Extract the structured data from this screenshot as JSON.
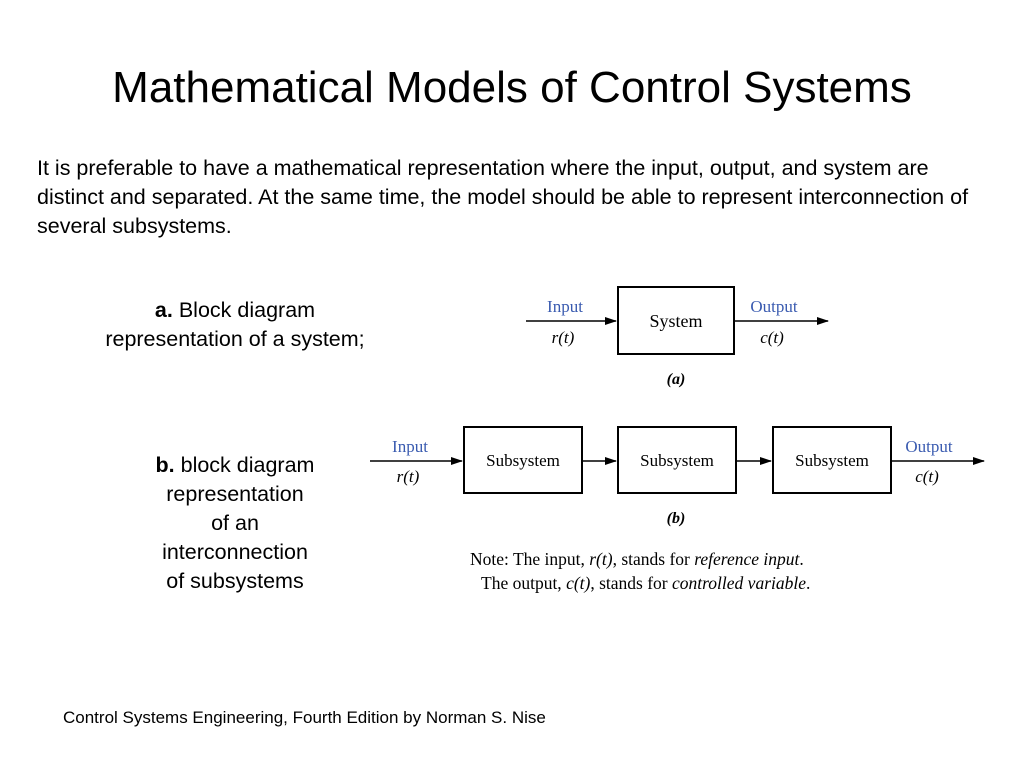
{
  "title": "Mathematical Models of Control Systems",
  "intro": "It is preferable to have a mathematical representation where the input, output, and system are distinct and separated.  At the same time, the model should be able to represent interconnection of several subsystems.",
  "caption_a": {
    "bold": "a.",
    "line1": " Block diagram",
    "line2": "representation of a system;"
  },
  "caption_b": {
    "bold": "b.",
    "line1": " block diagram",
    "line2": "representation",
    "line3": "of an",
    "line4": "interconnection",
    "line5": "of subsystems"
  },
  "diagram_a": {
    "input_label": "Input",
    "input_signal": "r(t)",
    "block": "System",
    "output_label": "Output",
    "output_signal": "c(t)",
    "tag": "(a)"
  },
  "diagram_b": {
    "input_label": "Input",
    "input_signal": "r(t)",
    "blocks": [
      "Subsystem",
      "Subsystem",
      "Subsystem"
    ],
    "output_label": "Output",
    "output_signal": "c(t)",
    "tag": "(b)"
  },
  "note": {
    "l1_prefix": "Note:  The input, ",
    "l1_signal": "r(t)",
    "l1_mid": ", stands for ",
    "l1_term": "reference input",
    "l1_end": ".",
    "l2_prefix": "The output, ",
    "l2_signal": "c(t)",
    "l2_mid": ", stands for ",
    "l2_term": "controlled variable",
    "l2_end": "."
  },
  "credit": "Control Systems Engineering, Fourth Edition by Norman S. Nise",
  "colors": {
    "label_blue": "#3a5bb0",
    "ink": "#000000"
  }
}
